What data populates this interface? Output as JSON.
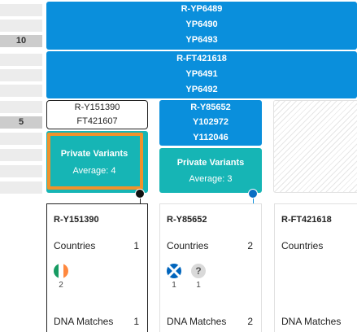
{
  "gutter": {
    "row_10": "10",
    "row_5": "5"
  },
  "blocks": {
    "top": [
      "R-YP6489",
      "YP6490",
      "YP6493"
    ],
    "second": [
      "R-FT421618",
      "YP6491",
      "YP6492"
    ],
    "y151390": [
      "R-Y151390",
      "FT421607"
    ],
    "y85652": [
      "R-Y85652",
      "Y102972",
      "Y112046"
    ]
  },
  "private_variants": [
    {
      "title": "Private Variants",
      "average": "Average: 4"
    },
    {
      "title": "Private Variants",
      "average": "Average: 3"
    }
  ],
  "cards": [
    {
      "name": "R-Y151390",
      "countries_label": "Countries",
      "countries_count": "1",
      "flags": [
        {
          "count": "2"
        }
      ],
      "dna_label": "DNA Matches",
      "dna_count": "1"
    },
    {
      "name": "R-Y85652",
      "countries_label": "Countries",
      "countries_count": "2",
      "flags": [
        {
          "count": "1"
        },
        {
          "count": "1"
        }
      ],
      "unknown_glyph": "?",
      "dna_label": "DNA Matches",
      "dna_count": "2"
    },
    {
      "name": "R-FT421618",
      "countries_label": "Countries",
      "dna_label": "DNA Matches"
    }
  ],
  "colors": {
    "accent_blue": "#0a8fdc",
    "teal": "#16b5b5",
    "selection_orange": "#f0922b"
  },
  "icons": [
    "ireland-flag-icon",
    "scotland-flag-icon",
    "unknown-country-icon"
  ]
}
